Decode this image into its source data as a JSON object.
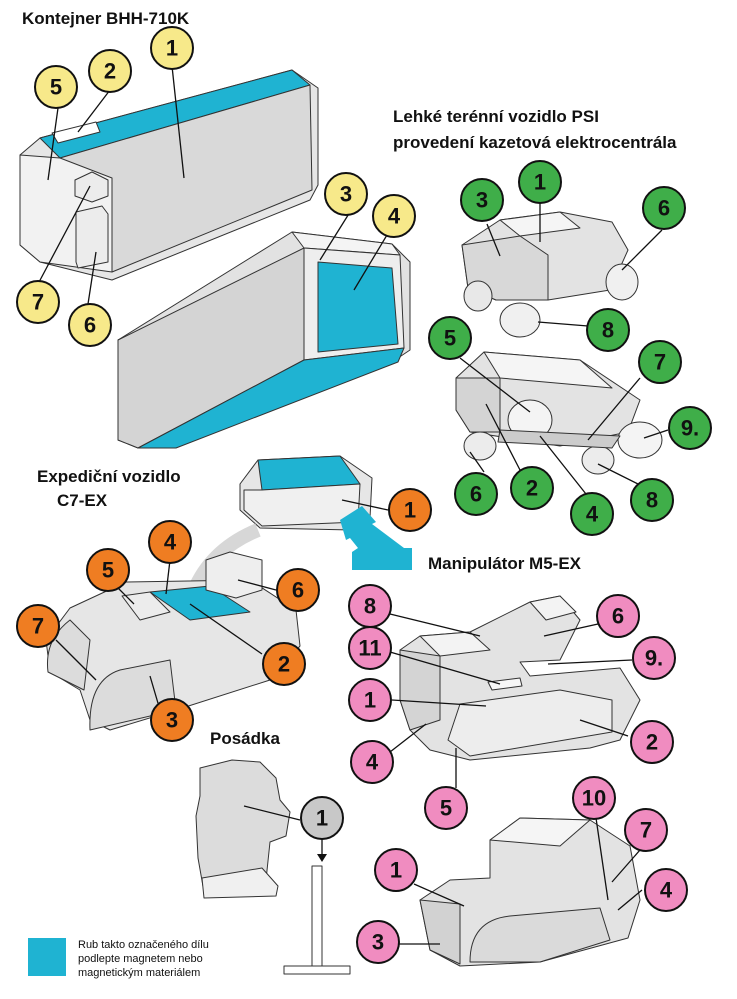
{
  "titles": {
    "container": "Kontejner BHH-710K",
    "psi_line1": "Lehké terénní vozidlo PSI",
    "psi_line2": "provedení kazetová elektrocentrála",
    "exp_line1": "Expediční vozidlo",
    "exp_line2": "C7-EX",
    "manip": "Manipulátor M5-EX",
    "crew": "Posádka"
  },
  "legend": {
    "line1": "Rub takto označeného dílu",
    "line2": "podlepte magnetem nebo",
    "line3": "magnetickým materiálem"
  },
  "colors": {
    "yellow": "#f7e98a",
    "green": "#3fae49",
    "orange": "#ef7d22",
    "pink": "#f08cc0",
    "gray": "#c8c8c8",
    "magnet": "#1fb3d2"
  },
  "badges": {
    "container": [
      "1",
      "2",
      "5",
      "7",
      "6",
      "3",
      "4"
    ],
    "psi": [
      "3",
      "1",
      "6",
      "8",
      "5",
      "7",
      "9.",
      "6",
      "2",
      "4",
      "8"
    ],
    "exp": [
      "1",
      "4",
      "5",
      "6",
      "7",
      "2",
      "3"
    ],
    "manip": [
      "8",
      "6",
      "11",
      "9.",
      "1",
      "2",
      "4",
      "5",
      "10",
      "7",
      "1",
      "4",
      "3"
    ],
    "crew": [
      "1"
    ]
  }
}
